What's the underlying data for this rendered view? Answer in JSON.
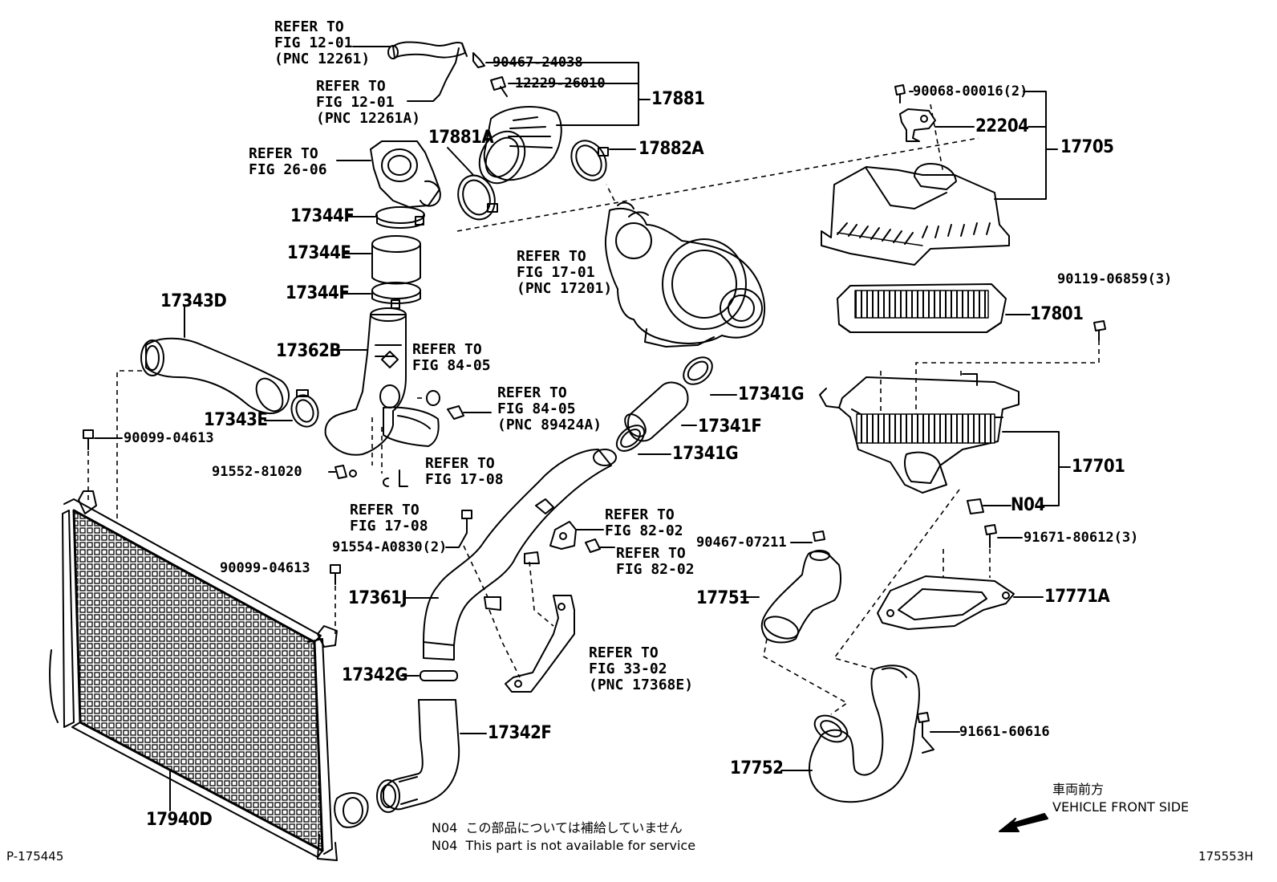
{
  "page": {
    "id_left": "P-175445",
    "id_right": "175553H"
  },
  "refer_labels": {
    "r1": [
      "REFER TO",
      "FIG 12-01",
      "(PNC 12261)"
    ],
    "r2": [
      "REFER TO",
      "FIG 12-01",
      "(PNC 12261A)"
    ],
    "r3": [
      "REFER TO",
      "FIG 26-06"
    ],
    "r4": [
      "REFER TO",
      "FIG 17-01",
      "(PNC 17201)"
    ],
    "r5": [
      "REFER TO",
      "FIG 84-05"
    ],
    "r6": [
      "REFER TO",
      "FIG 84-05",
      "(PNC 89424A)"
    ],
    "r7": [
      "REFER TO",
      "FIG 17-08"
    ],
    "r8": [
      "REFER TO",
      "FIG 17-08"
    ],
    "r9": [
      "REFER TO",
      "FIG 82-02"
    ],
    "r10": [
      "REFER TO",
      "FIG 82-02"
    ],
    "r11": [
      "REFER TO",
      "FIG 33-02",
      "(PNC 17368E)"
    ]
  },
  "part_numbers": {
    "p90467_24038": "90467-24038",
    "p12229_26010": "12229-26010",
    "p17881": "17881",
    "p17881A": "17881A",
    "p17882A": "17882A",
    "p90068_00016": "90068-00016(2)",
    "p22204": "22204",
    "p17705": "17705",
    "p17344F_a": "17344F",
    "p17344E": "17344E",
    "p17344F_b": "17344F",
    "p17343D": "17343D",
    "p17362B": "17362B",
    "p90119_06859": "90119-06859(3)",
    "p17801": "17801",
    "p17341G_a": "17341G",
    "p17341F": "17341F",
    "p17341G_b": "17341G",
    "p17343E": "17343E",
    "p90099_04613_a": "90099-04613",
    "p91552_81020": "91552-81020",
    "p17701": "17701",
    "pN04": "N04",
    "p91554_A0830": "91554-A0830(2)",
    "p90467_07211": "90467-07211",
    "p91671_80612": "91671-80612(3)",
    "p90099_04613_b": "90099-04613",
    "p17361J": "17361J",
    "p17751": "17751",
    "p17771A": "17771A",
    "p17342G": "17342G",
    "p17342F": "17342F",
    "p91661_60616": "91661-60616",
    "p17752": "17752",
    "p17940D": "17940D"
  },
  "direction": {
    "jp": "車両前方",
    "en": "VEHICLE FRONT SIDE"
  },
  "notes": {
    "jp": "N04  この部品については補給していません",
    "en": "N04  This part is not available for service"
  }
}
